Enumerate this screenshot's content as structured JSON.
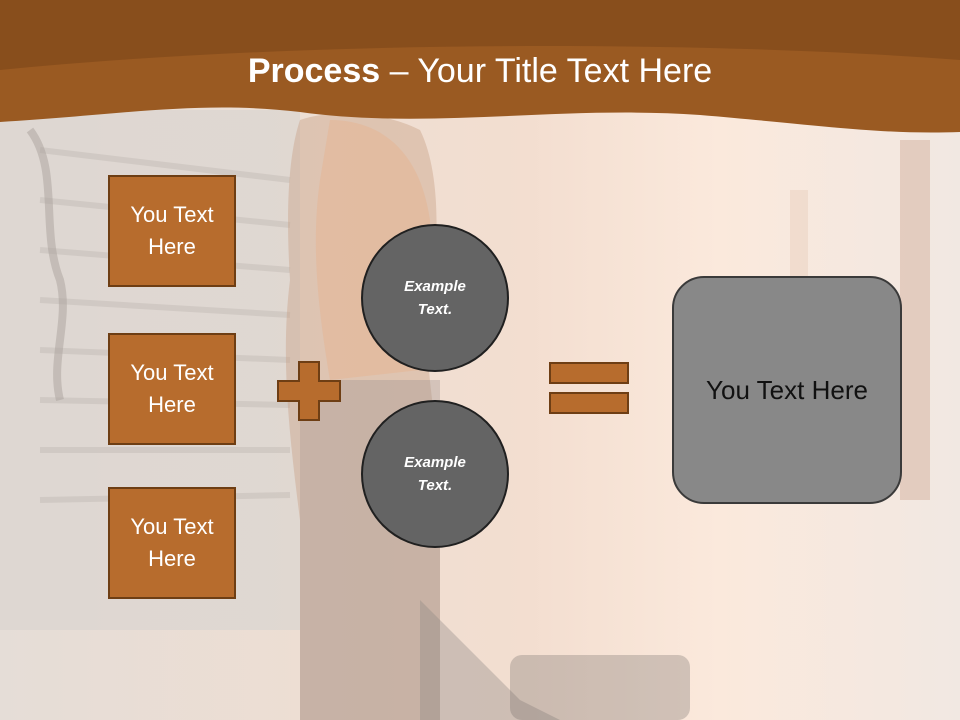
{
  "slide": {
    "title_bold": "Process",
    "title_rest": " – Your Title Text Here"
  },
  "inputs": [
    {
      "label": "You Text Here"
    },
    {
      "label": "You Text Here"
    },
    {
      "label": "You Text Here"
    }
  ],
  "operands": [
    {
      "label": "Example Text."
    },
    {
      "label": "Example Text."
    }
  ],
  "result": {
    "label": "You Text Here"
  },
  "colors": {
    "header_brown": "#9a5a22",
    "box_fill": "#b76c2d",
    "box_border": "#6e3e14",
    "circle_fill": "#646464",
    "result_fill": "#888888"
  },
  "icons": [
    "plus-icon",
    "equals-icon"
  ]
}
